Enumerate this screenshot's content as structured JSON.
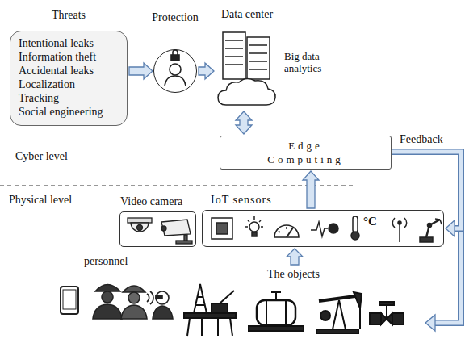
{
  "diagram": {
    "nodes": [
      {
        "text": [
          "Threats",
          "Intentional leaks",
          "Information theft",
          "Accidental leaks",
          "Localization",
          "Tracking",
          "Social engineering"
        ]
      },
      {
        "text": [
          "Protection"
        ]
      },
      {
        "text": [
          "Data center",
          "Big data analytics"
        ]
      },
      {
        "text": [
          "Edge Computing"
        ]
      },
      {
        "text": [
          "Video camera"
        ]
      },
      {
        "text": [
          "IoT sensors"
        ]
      }
    ],
    "edges": [
      {
        "from": 0,
        "to": 1,
        "arrow": "to"
      },
      {
        "from": 1,
        "to": 2,
        "arrow": "to"
      },
      {
        "from": 2,
        "to": 3,
        "arrow": "both"
      },
      {
        "from": 5,
        "to": 3,
        "arrow": "to"
      },
      {
        "from": 3,
        "to": 5,
        "label": "Feedback",
        "arrow": "to"
      }
    ],
    "labels": [
      "Cyber level",
      "Physical level",
      "personnel",
      "The objects",
      "°C"
    ]
  }
}
